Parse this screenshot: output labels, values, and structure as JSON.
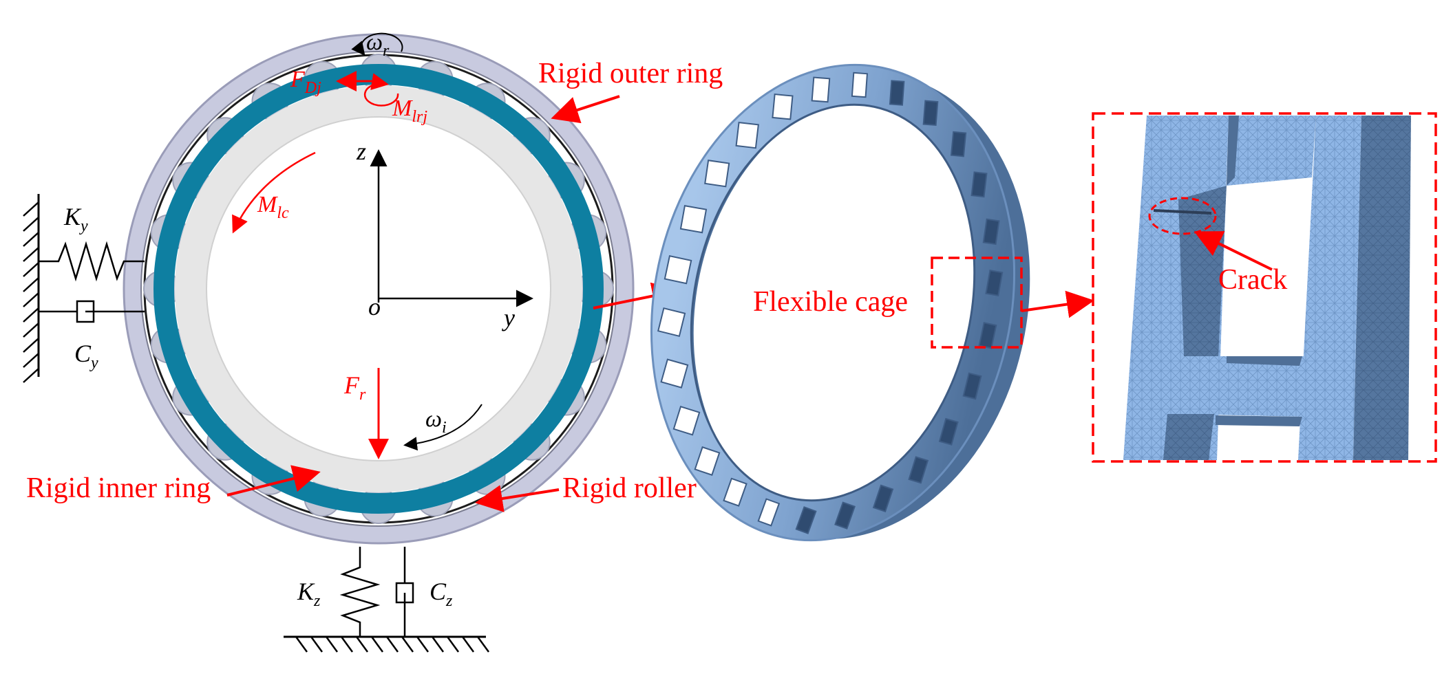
{
  "labels": {
    "rigid_outer_ring": "Rigid outer ring",
    "rigid_inner_ring": "Rigid inner ring",
    "rigid_roller": "Rigid roller",
    "flexible_cage": "Flexible cage",
    "crack": "Crack"
  },
  "symbols": {
    "omega_r": {
      "main": "ω",
      "sub": "r"
    },
    "F_Dj": {
      "main": "F",
      "sub": "Dj"
    },
    "M_lrj": {
      "main": "M",
      "sub": "lrj"
    },
    "M_lc": {
      "main": "M",
      "sub": "lc"
    },
    "F_r": {
      "main": "F",
      "sub": "r"
    },
    "omega_i": {
      "main": "ω",
      "sub": "i"
    },
    "K_y": {
      "main": "K",
      "sub": "y"
    },
    "C_y": {
      "main": "C",
      "sub": "y"
    },
    "K_z": {
      "main": "K",
      "sub": "z"
    },
    "C_z": {
      "main": "C",
      "sub": "z"
    },
    "axis_z": "z",
    "axis_y": "y",
    "origin": "o"
  },
  "colors": {
    "annotation": "#ff0000",
    "cage_blue": "#0e7fa1",
    "cage_model": "#8fb3dc",
    "outer_ring": "#c8cadf",
    "inner_ring": "#e6e6e6",
    "mesh_light": "#8fb6e6",
    "mesh_dark": "#4f6f97"
  }
}
